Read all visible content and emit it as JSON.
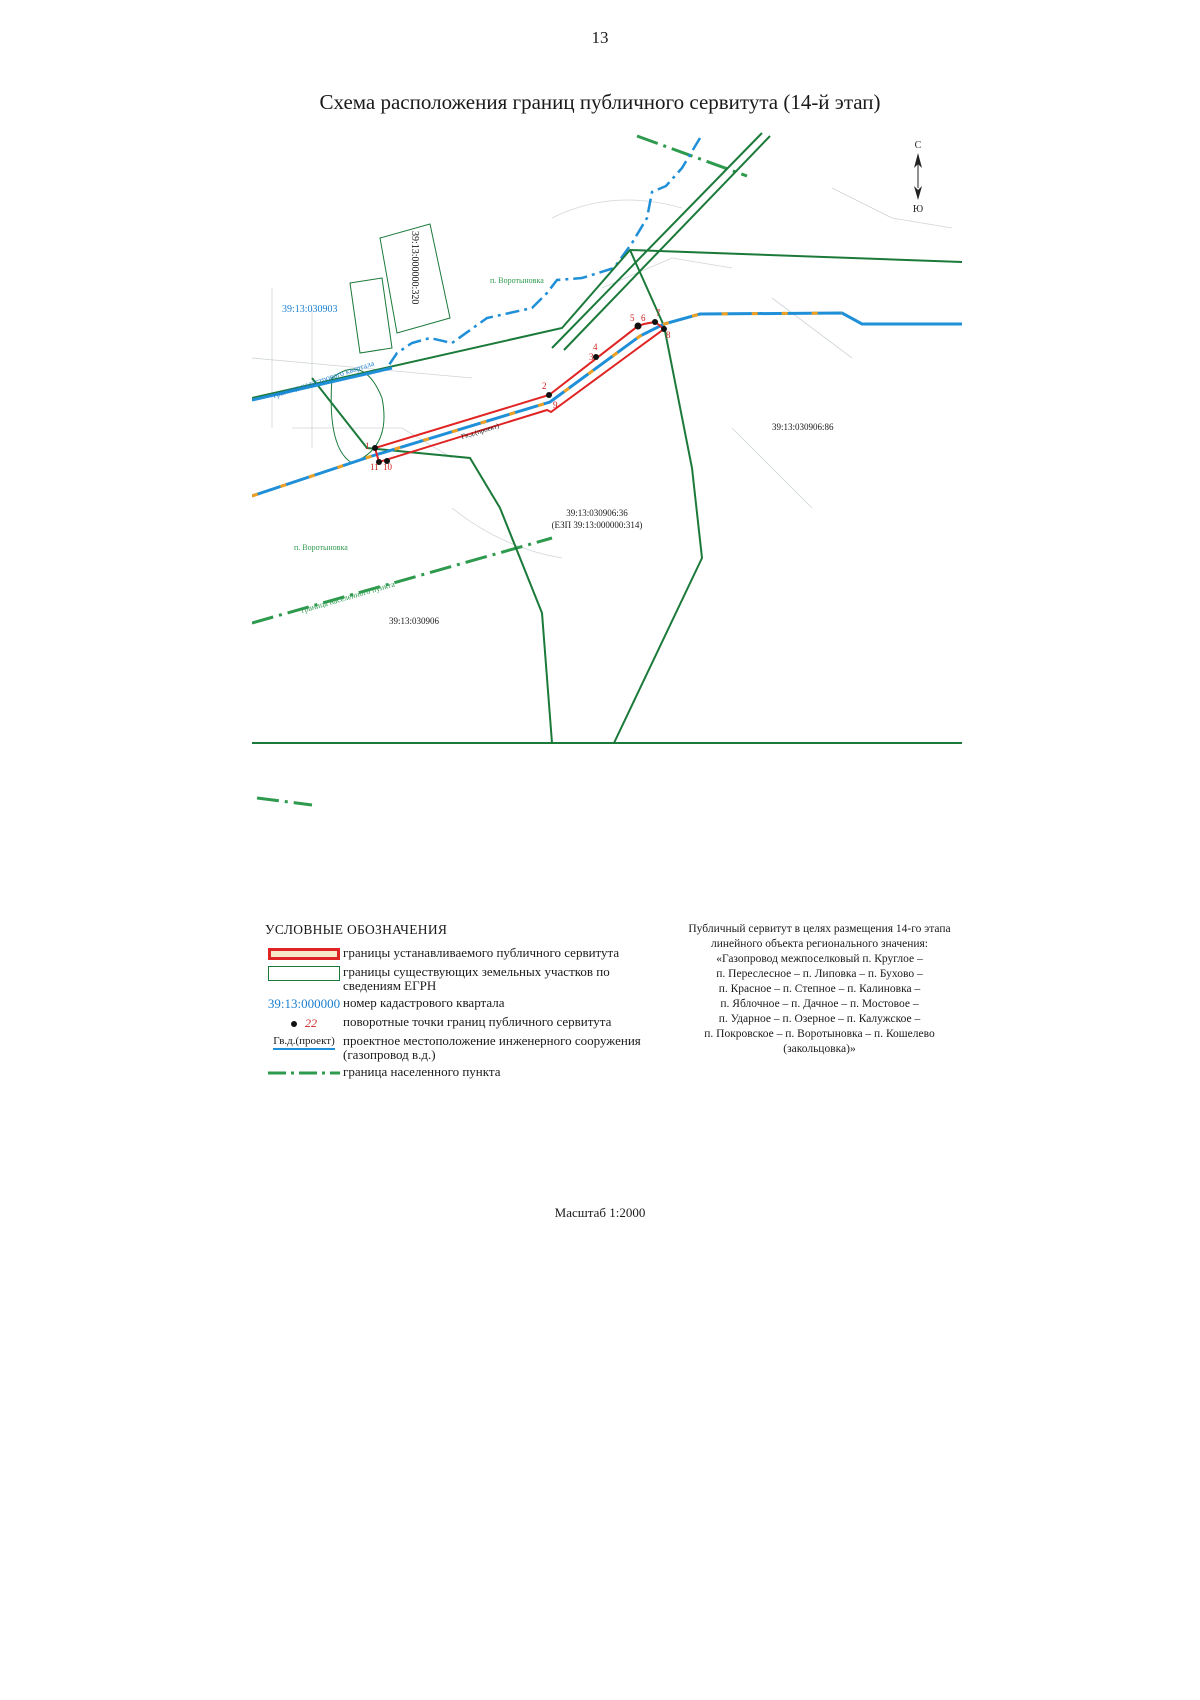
{
  "page_number": "13",
  "title": "Схема расположения границ публичного сервитута (14-й этап)",
  "map": {
    "north_label": "С",
    "south_label": "Ю",
    "quarter_labels": {
      "q_030903": "39:13:030903",
      "q_000000_320": "39:13:000000:320",
      "q_030906_86": "39:13:030906:86",
      "q_030906_36": "39:13:030906:36",
      "q_ezp": "(ЕЗП 39:13:000000:314)",
      "q_030906": "39:13:030906"
    },
    "place_labels": {
      "vorotynovka_top": "п. Воротыновка",
      "vorotynovka_left": "п. Воротыновка"
    },
    "line_labels": {
      "quarter_boundary": "граница кадастрового квартала",
      "settlement_boundary": "граница населенного пункта",
      "pipe_label": "Гв.д.(проект)"
    },
    "points": [
      "1",
      "2",
      "3",
      "4",
      "5",
      "6",
      "7",
      "8",
      "9",
      "10",
      "11"
    ],
    "colors": {
      "servitude": "#e02424",
      "parcel": "#1b7a3a",
      "pipeline": "#1f8fd8",
      "pipe_dash": "#f0a020",
      "settlement": "#2e9a4e",
      "quarter_text": "#1b7fd0"
    }
  },
  "legend": {
    "title": "УСЛОВНЫЕ ОБОЗНАЧЕНИЯ",
    "items": [
      {
        "text": "границы устанавливаемого публичного сервитута"
      },
      {
        "text": "границы существующих земельных участков по сведениям ЕГРН"
      },
      {
        "symbol": "39:13:000000",
        "text": "номер кадастрового квартала"
      },
      {
        "symbol": "22",
        "text": "поворотные точки границ публичного сервитута"
      },
      {
        "symbol": "Гв.д.(проект)",
        "text": "проектное местоположение инженерного сооружения (газопровод в.д.)"
      },
      {
        "text": "граница населенного пункта"
      }
    ]
  },
  "note": {
    "lines": [
      "Публичный сервитут в целях размещения 14-го этапа",
      "линейного объекта регионального значения:",
      "«Газопровод межпоселковый п. Круглое –",
      "п. Переслесное – п. Липовка – п. Бухово –",
      "п. Красное – п. Степное – п. Калиновка –",
      "п. Яблочное – п. Дачное – п. Мостовое –",
      "п. Ударное – п. Озерное – п. Калужское –",
      "п. Покровское – п. Воротыновка – п. Кошелево",
      "(закольцовка)»"
    ]
  },
  "scale": "Масштаб 1:2000"
}
